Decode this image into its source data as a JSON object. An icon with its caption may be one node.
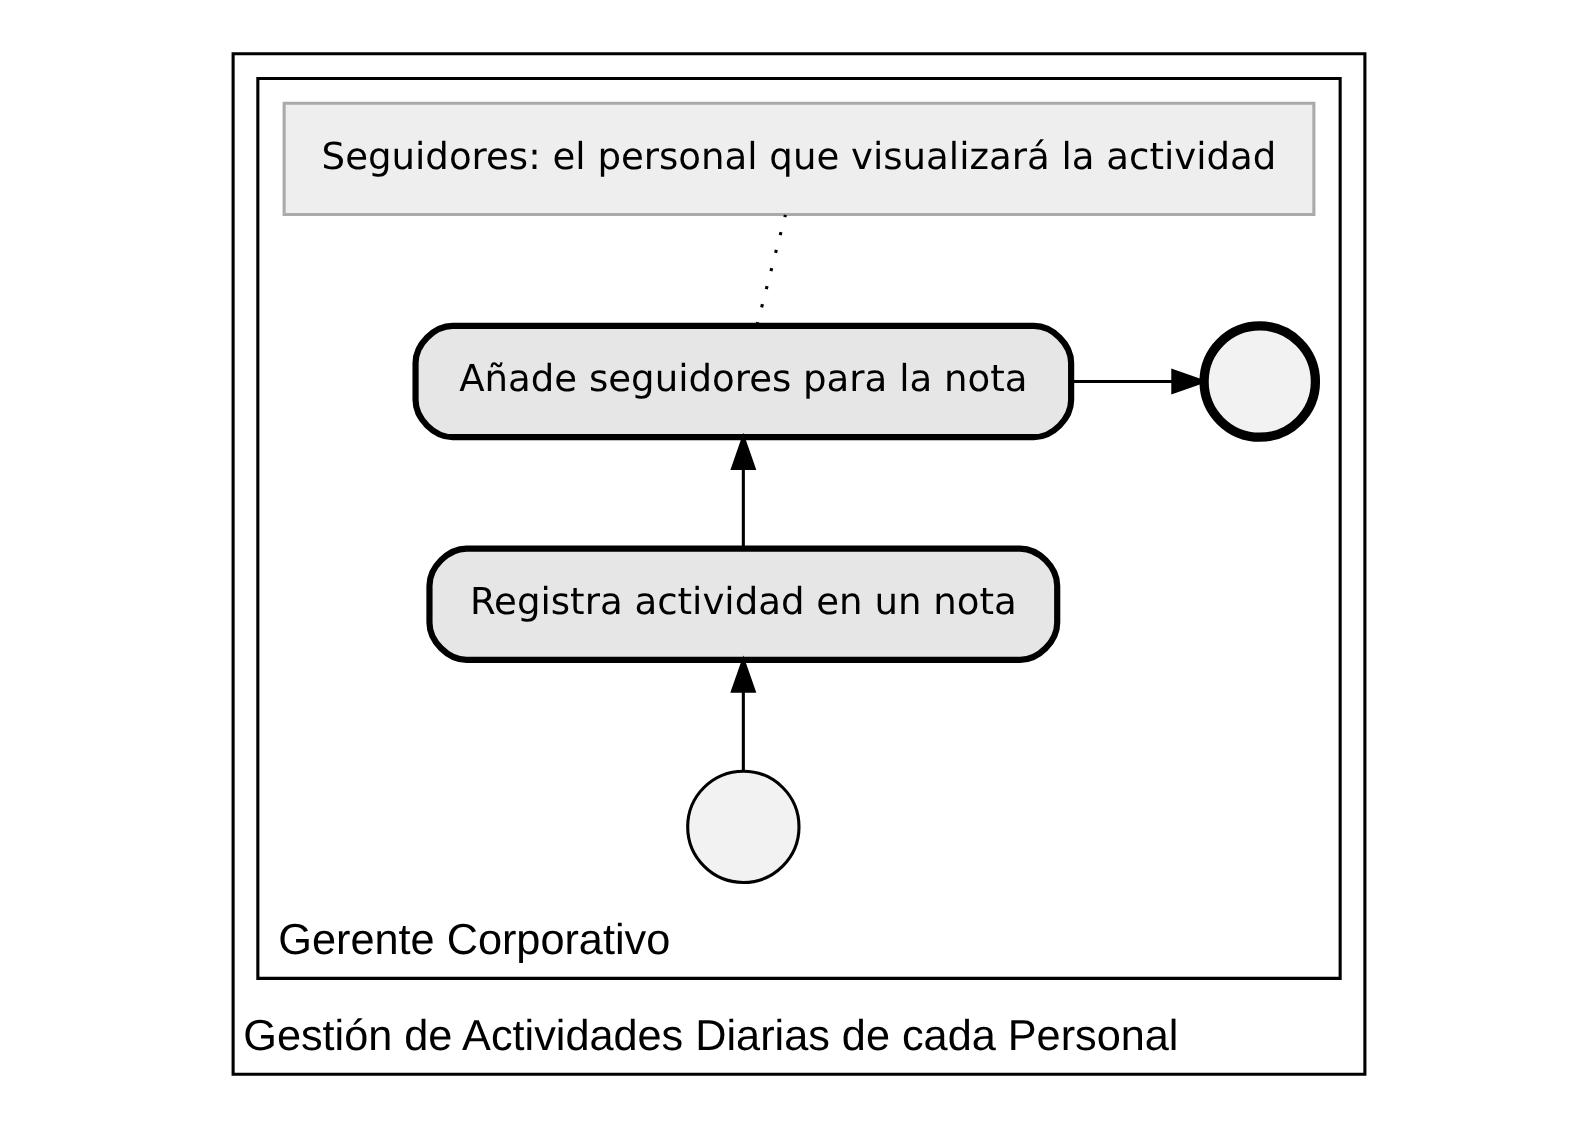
{
  "diagram": {
    "nodes": [
      {
        "text": [
          "Gestión de Actividades Diarias de cada Personal"
        ]
      },
      {
        "text": [
          "Gerente Corporativo"
        ],
        "in": 0
      },
      {
        "text": [
          "Seguidores: el personal que visualizará la actividad"
        ],
        "in": 1
      },
      {
        "text": [
          "Añade seguidores para la nota"
        ],
        "in": 1
      },
      {
        "text": [],
        "shape": "circle",
        "in": 1
      },
      {
        "text": [
          "Registra actividad en un nota"
        ],
        "in": 1
      },
      {
        "text": [],
        "shape": "circle",
        "in": 1
      }
    ],
    "edges": [
      {
        "from": 6,
        "to": 5,
        "arrow": "to"
      },
      {
        "from": 5,
        "to": 3,
        "arrow": "to"
      },
      {
        "from": 3,
        "to": 4,
        "arrow": "to"
      },
      {
        "from": 3,
        "to": 2,
        "arrow": "none",
        "style": "dashed"
      }
    ]
  }
}
